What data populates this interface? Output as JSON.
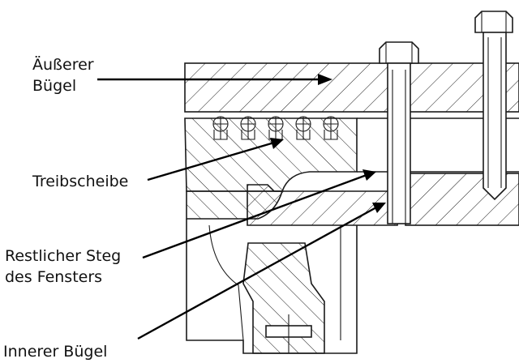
{
  "labels": {
    "outer_bracket": [
      "Äußerer",
      "Bügel"
    ],
    "drive_disc": "Treibscheibe",
    "remaining_web": [
      "Restlicher Steg",
      "des Fensters"
    ],
    "inner_bracket": "Innerer Bügel"
  }
}
